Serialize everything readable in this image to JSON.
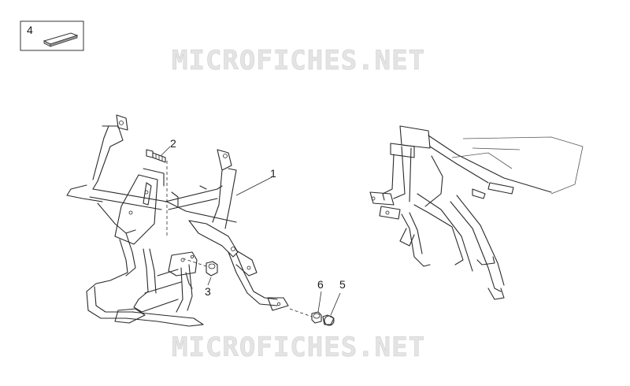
{
  "watermark": {
    "top_text": "MICROFICHES.NET",
    "bottom_text": "MICROFICHES.NET",
    "color": "#d0d0d0"
  },
  "legend_box": {
    "number": "4",
    "icon": "rectangle-plate-icon"
  },
  "callouts": [
    {
      "id": "callout-1",
      "number": "1"
    },
    {
      "id": "callout-2",
      "number": "2"
    },
    {
      "id": "callout-3",
      "number": "3"
    },
    {
      "id": "callout-5",
      "number": "5"
    },
    {
      "id": "callout-6",
      "number": "6"
    }
  ],
  "line_color": "#2a2a2a"
}
